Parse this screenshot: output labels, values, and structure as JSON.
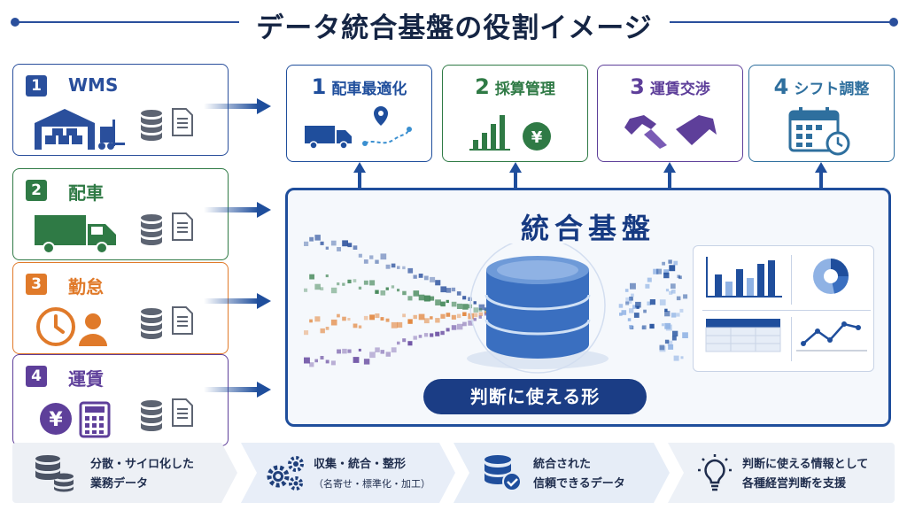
{
  "title": "データ統合基盤の役割イメージ",
  "sources": [
    {
      "num": "1",
      "label": "WMS",
      "color": "#2a4f9c",
      "icon": "warehouse-forklift-icon"
    },
    {
      "num": "2",
      "label": "配車",
      "color": "#2f7a45",
      "icon": "truck-icon"
    },
    {
      "num": "3",
      "label": "勤怠",
      "color": "#e07a2a",
      "icon": "clock-person-icon"
    },
    {
      "num": "4",
      "label": "運賃",
      "color": "#5e3f9a",
      "icon": "yen-calculator-icon"
    }
  ],
  "purposes": [
    {
      "num": "1",
      "label": "配車最適化",
      "color": "#1f4e9c",
      "icon": "truck-route-icon"
    },
    {
      "num": "2",
      "label": "採算管理",
      "color": "#2f7a45",
      "icon": "bar-chart-yen-icon"
    },
    {
      "num": "3",
      "label": "運賃交渉",
      "color": "#5e3f9a",
      "icon": "handshake-icon"
    },
    {
      "num": "4",
      "label": "シフト調整",
      "color": "#2e6f9e",
      "icon": "calendar-clock-icon"
    }
  ],
  "platform": {
    "title": "統合基盤",
    "pill": "判断に使える形"
  },
  "steps": [
    {
      "line1": "分散・サイロ化した",
      "line2": "業務データ",
      "sub": "",
      "icon": "database-stack-icon",
      "bg": "#edf0f5"
    },
    {
      "line1": "収集・統合・整形",
      "line2": "",
      "sub": "（名寄せ・標準化・加工）",
      "icon": "gears-icon",
      "bg": "#e8eef8"
    },
    {
      "line1": "統合された",
      "line2": "信頼できるデータ",
      "sub": "",
      "icon": "verified-database-icon",
      "bg": "#e6edf7"
    },
    {
      "line1": "判断に使える情報として",
      "line2": "各種経営判断を支援",
      "sub": "",
      "icon": "lightbulb-icon",
      "bg": "#edf1f7"
    }
  ]
}
